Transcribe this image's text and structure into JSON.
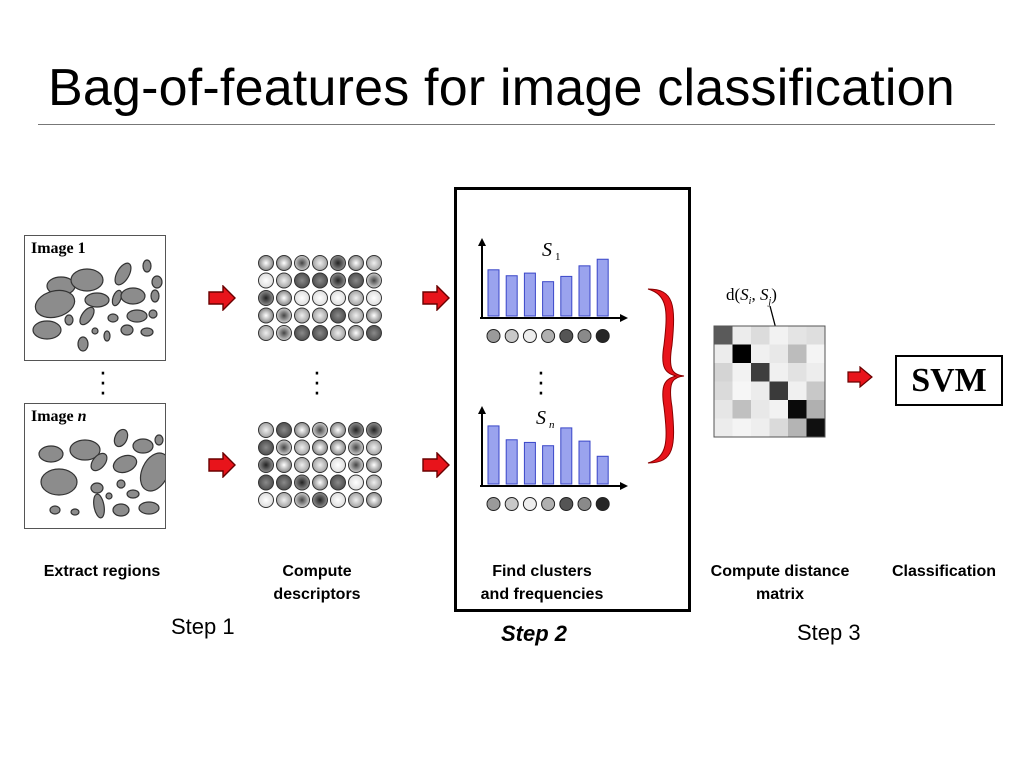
{
  "slide": {
    "title": "Bag-of-features for image classification"
  },
  "images": [
    {
      "label": "Image 1"
    },
    {
      "label": "Image n"
    }
  ],
  "histograms": [
    {
      "label": "S",
      "subscript": "1",
      "bars": [
        0.7,
        0.61,
        0.65,
        0.52,
        0.6,
        0.76,
        0.86
      ],
      "codewords": [
        "#9a9a9a",
        "#c8c8c8",
        "#ededed",
        "#b0b0b0",
        "#555555",
        "#8a8a8a",
        "#262626"
      ]
    },
    {
      "label": "S",
      "subscript": "n",
      "bars": [
        0.88,
        0.67,
        0.63,
        0.58,
        0.85,
        0.65,
        0.42
      ],
      "codewords": [
        "#9a9a9a",
        "#c8c8c8",
        "#ededed",
        "#b0b0b0",
        "#555555",
        "#8a8a8a",
        "#262626"
      ]
    }
  ],
  "distance_label": {
    "prefix": "d",
    "s_i": "S",
    "sub_i": "i",
    "s_j": "S",
    "sub_j": "j"
  },
  "matrix": [
    [
      "#5a5a5a",
      "#ececec",
      "#dcdcdc",
      "#f2f2f2",
      "#e4e4e4",
      "#dedede"
    ],
    [
      "#ececec",
      "#000000",
      "#f0f0f0",
      "#e8e8e8",
      "#bcbcbc",
      "#f4f4f4"
    ],
    [
      "#d4d4d4",
      "#f2f2f2",
      "#3e3e3e",
      "#f0f0f0",
      "#e2e2e2",
      "#ededed"
    ],
    [
      "#dadada",
      "#f6f6f6",
      "#ececec",
      "#3a3a3a",
      "#f0f0f0",
      "#c8c8c8"
    ],
    [
      "#e6e6e6",
      "#c0c0c0",
      "#e8e8e8",
      "#f2f2f2",
      "#0a0a0a",
      "#b0b0b0"
    ],
    [
      "#ececec",
      "#f4f4f4",
      "#eeeeee",
      "#dadada",
      "#b4b4b4",
      "#101010"
    ]
  ],
  "svm": {
    "label": "SVM"
  },
  "captions": {
    "extract": "Extract regions",
    "compute_line1": "Compute",
    "compute_line2": "descriptors",
    "find_line1": "Find clusters",
    "find_line2": "and frequencies",
    "distance_line1": "Compute distance",
    "distance_line2": "matrix",
    "classification": "Classification"
  },
  "steps": {
    "step1": "Step 1",
    "step2": "Step 2",
    "step3": "Step 3"
  },
  "colors": {
    "arrow_red": "#e8141b",
    "bar_fill": "#9aa3ee",
    "bar_stroke": "#3a46c8",
    "brace_red": "#e8141b"
  }
}
